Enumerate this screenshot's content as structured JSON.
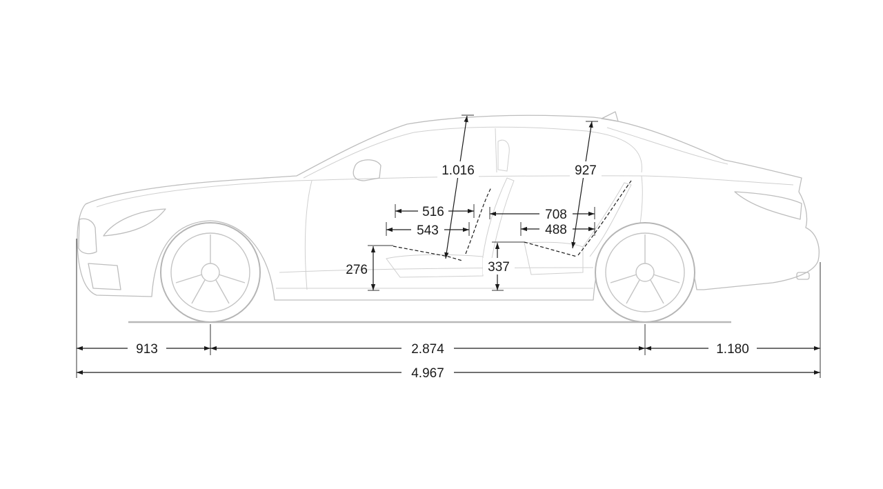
{
  "dimensions": {
    "front_overhang": "913",
    "wheelbase": "2.874",
    "rear_overhang": "1.180",
    "overall_length": "4.967",
    "front_headroom": "1.016",
    "rear_headroom": "927",
    "front_seat_depth": "516",
    "front_legroom": "543",
    "rear_seat_depth": "708",
    "rear_legroom": "488",
    "front_seat_height": "276",
    "rear_seat_height": "337"
  },
  "colors": {
    "car_outline": "#bdbdbd",
    "dimension_line": "#1a1a1a",
    "background": "#ffffff"
  }
}
